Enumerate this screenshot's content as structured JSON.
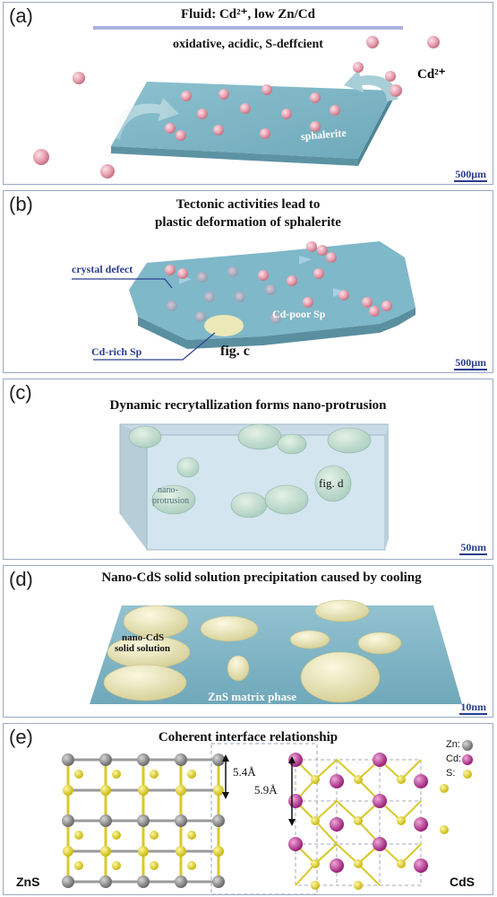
{
  "panel_a": {
    "label": "(a)",
    "title_line1": "Fluid: Cd²⁺, low Zn/Cd",
    "title_line2": "oxidative, acidic, S-deffcient",
    "ion_label": "Cd²⁺",
    "crystal_label": "sphalerite",
    "scale": "500μm"
  },
  "panel_b": {
    "label": "(b)",
    "title_line1": "Tectonic activities lead to",
    "title_line2": "plastic deformation of sphalerite",
    "defect_label": "crystal defect",
    "cd_rich_label": "Cd-rich Sp",
    "cd_poor_label": "Cd-poor Sp",
    "fig_ref": "fig. c",
    "scale": "500μm"
  },
  "panel_c": {
    "label": "(c)",
    "title": "Dynamic recrytallization forms nano-protrusion",
    "nano_label_line1": "nano-",
    "nano_label_line2": "protrusion",
    "fig_ref": "fig. d",
    "scale": "50nm"
  },
  "panel_d": {
    "label": "(d)",
    "title": "Nano-CdS solid solution precipitation caused by cooling",
    "cds_label_line1": "nano-CdS",
    "cds_label_line2": "solid solution",
    "matrix_label": "ZnS matrix phase",
    "scale": "10nm"
  },
  "panel_e": {
    "label": "(e)",
    "title": "Coherent interface relationship",
    "zns_dim": "5.4Å",
    "cds_dim": "5.9Å",
    "zns_label": "ZnS",
    "cds_label": "CdS",
    "legend_zn": "Zn:",
    "legend_cd": "Cd:",
    "legend_s": "S:"
  },
  "colors": {
    "border": "#9ba9c4",
    "slab": "#7fb8c8",
    "ion": "#e9a2b2",
    "nano": "#cfe3d6",
    "precipitate": "#ece8b8",
    "zn_atom": "#8a8a8a",
    "cd_atom": "#b8328f",
    "s_atom": "#e2d52c"
  }
}
